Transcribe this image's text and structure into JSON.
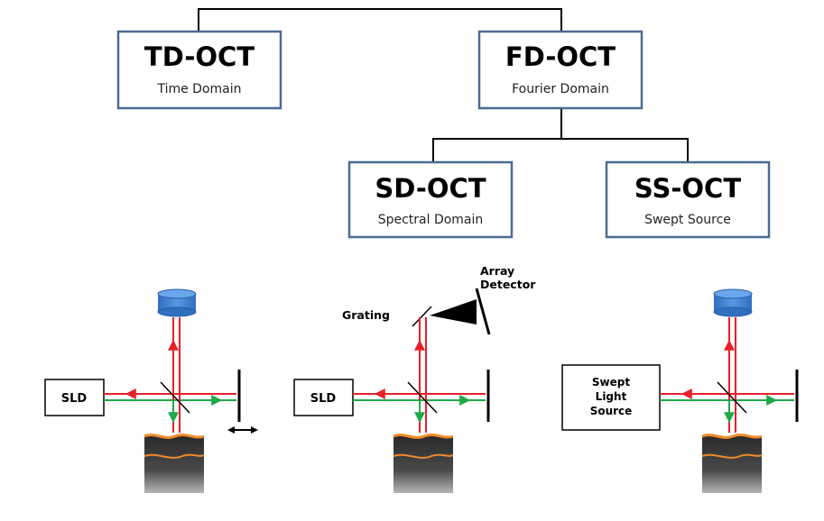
{
  "tree": {
    "td": {
      "title": "TD-OCT",
      "subtitle": "Time Domain"
    },
    "fd": {
      "title": "FD-OCT",
      "subtitle": "Fourier Domain"
    },
    "sd": {
      "title": "SD-OCT",
      "subtitle": "Spectral Domain"
    },
    "ss": {
      "title": "SS-OCT",
      "subtitle": "Swept Source"
    }
  },
  "setups": {
    "td": {
      "source": "SLD"
    },
    "sd": {
      "source": "SLD",
      "grating": "Grating",
      "detector_line1": "Array",
      "detector_line2": "Detector"
    },
    "ss": {
      "source_line1": "Swept",
      "source_line2": "Light",
      "source_line3": "Source"
    }
  },
  "colors": {
    "box_border": "#4a6a93",
    "beam_red": "#e8202a",
    "beam_green": "#1fa84a",
    "detector_blue": "#3f7fd0",
    "sample_dark": "#3b3b3b",
    "sample_layer": "#f08a2a"
  }
}
